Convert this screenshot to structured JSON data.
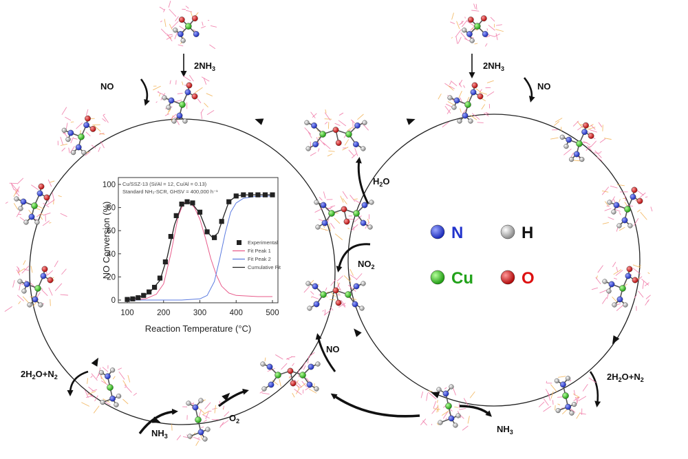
{
  "colors": {
    "nitrogen": "#2b3fd6",
    "hydrogen": "#dcdcdc",
    "copper": "#33c81e",
    "oxygen": "#e01818",
    "lattice_pink": "#f07aa8",
    "lattice_orange": "#f2b45a",
    "cycle_line": "#222222"
  },
  "legend": [
    {
      "symbol": "N",
      "color": "#2b3fd6",
      "text_color": "#2233cc"
    },
    {
      "symbol": "H",
      "color": "#dcdcdc",
      "text_color": "#111111"
    },
    {
      "symbol": "Cu",
      "color": "#33c81e",
      "text_color": "#22a21a"
    },
    {
      "symbol": "O",
      "color": "#e01818",
      "text_color": "#dd1111"
    }
  ],
  "reaction_labels": {
    "left_2nh3": {
      "main": "2NH",
      "sub": "3",
      "tail": ""
    },
    "left_no": {
      "main": "NO",
      "sub": "",
      "tail": ""
    },
    "left_2h2o_n2": {
      "main": "2H",
      "sub": "2",
      "tail": "O+N",
      "sub2": "2"
    },
    "left_nh3": {
      "main": "NH",
      "sub": "3",
      "tail": ""
    },
    "center_o2": {
      "main": "O",
      "sub": "2",
      "tail": ""
    },
    "center_no": {
      "main": "NO",
      "sub": "",
      "tail": ""
    },
    "center_no2": {
      "main": "NO",
      "sub": "2",
      "tail": ""
    },
    "center_h2o": {
      "main": "H",
      "sub": "2",
      "tail": "O"
    },
    "right_2nh3": {
      "main": "2NH",
      "sub": "3",
      "tail": ""
    },
    "right_no": {
      "main": "NO",
      "sub": "",
      "tail": ""
    },
    "right_2h2o_n2": {
      "main": "2H",
      "sub": "2",
      "tail": "O+N",
      "sub2": "2"
    },
    "right_nh3": {
      "main": "NH",
      "sub": "3",
      "tail": ""
    }
  },
  "chart_data": {
    "type": "scatter",
    "header_line1": "Cu/SSZ-13 (Si/Al = 12, Cu/Al = 0.13)",
    "header_line2": "Standard NH₃-SCR, GHSV = 400,000 h⁻¹",
    "xlabel": "Reaction Temperature (°C)",
    "ylabel": "NO Conversion (%)",
    "xlim": [
      100,
      500
    ],
    "ylim": [
      0,
      100
    ],
    "xticks": [
      100,
      200,
      300,
      400,
      500
    ],
    "yticks": [
      0,
      20,
      40,
      60,
      80,
      100
    ],
    "legend": [
      "Experimental",
      "Fit Peak 1",
      "Fit Peak 2",
      "Cumulative Fit"
    ],
    "legend_position": "right",
    "series": [
      {
        "name": "Experimental",
        "style": "square-markers",
        "color": "#222222",
        "x": [
          100,
          115,
          130,
          145,
          160,
          175,
          190,
          205,
          220,
          235,
          250,
          265,
          280,
          300,
          320,
          340,
          360,
          380,
          400,
          420,
          440,
          460,
          480,
          500
        ],
        "y": [
          0.5,
          1,
          2,
          4,
          7,
          11,
          19,
          33,
          55,
          73,
          83,
          85,
          84,
          76,
          59,
          54,
          68,
          85,
          90,
          91,
          91,
          91,
          91,
          91
        ]
      },
      {
        "name": "Fit Peak 1",
        "style": "line",
        "color": "#e85a8a",
        "x": [
          100,
          150,
          180,
          200,
          220,
          240,
          255,
          270,
          285,
          300,
          315,
          330,
          345,
          360,
          380,
          400,
          430,
          460,
          500
        ],
        "y": [
          0,
          1,
          5,
          14,
          40,
          72,
          84,
          85,
          80,
          70,
          54,
          36,
          22,
          12,
          6,
          4,
          3.5,
          3,
          3
        ]
      },
      {
        "name": "Fit Peak 2",
        "style": "line",
        "color": "#5a7ae0",
        "x": [
          100,
          250,
          300,
          320,
          340,
          355,
          370,
          385,
          400,
          420,
          450,
          500
        ],
        "y": [
          0,
          0,
          1,
          4,
          16,
          36,
          58,
          76,
          84,
          88,
          89.5,
          90
        ]
      },
      {
        "name": "Cumulative Fit",
        "style": "line",
        "color": "#222222",
        "x": [
          100,
          130,
          160,
          190,
          210,
          230,
          250,
          265,
          280,
          300,
          320,
          335,
          350,
          365,
          380,
          400,
          420,
          450,
          500
        ],
        "y": [
          0.5,
          2,
          6,
          17,
          37,
          65,
          82,
          85,
          83,
          75,
          59,
          54,
          58,
          72,
          85,
          90,
          91,
          91,
          91
        ]
      }
    ]
  }
}
